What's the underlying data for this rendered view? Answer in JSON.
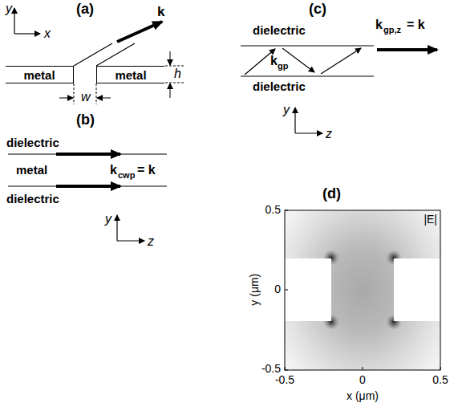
{
  "diagram": {
    "nodes": [
      {
        "text": [
          "metal"
        ]
      },
      {
        "text": [
          "metal"
        ]
      }
    ],
    "labels": [
      "(a)",
      "y",
      "x",
      "k",
      "h",
      "w",
      "(b)",
      "dielectric",
      "metal",
      "dielectric",
      "k",
      "cwp",
      "= k",
      "y",
      "z",
      "(c)",
      "dielectric",
      "k",
      "gp",
      "dielectric",
      "k",
      "gp,z",
      "= k",
      "y",
      "z",
      "(d)",
      "0.5",
      "0",
      "-0.5",
      "-0.5",
      "0",
      "0.5",
      "y (μm)",
      "x (μm)",
      "|E|"
    ]
  }
}
